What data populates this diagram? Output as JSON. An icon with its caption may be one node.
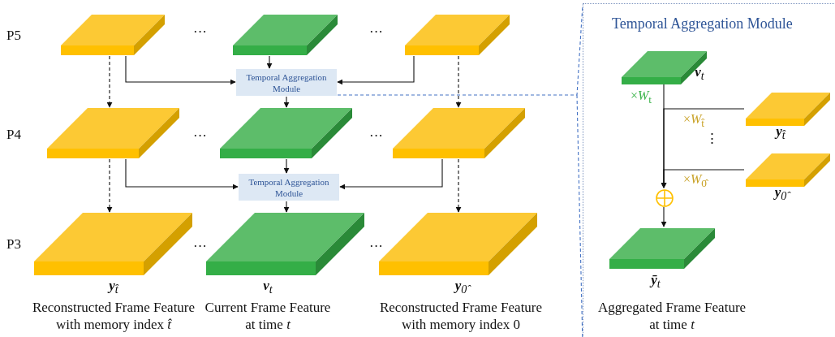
{
  "diagram": {
    "nodes": [
      {
        "text": [],
        "shape": "box"
      },
      {
        "text": [],
        "shape": "box"
      },
      {
        "text": [],
        "shape": "box"
      },
      {
        "text": [
          "Temporal Aggregation Module"
        ]
      },
      {
        "text": [],
        "shape": "box"
      },
      {
        "text": [],
        "shape": "box"
      },
      {
        "text": [],
        "shape": "box"
      },
      {
        "text": [
          "Temporal Aggregation Module"
        ]
      },
      {
        "text": [],
        "shape": "box",
        "beside": [
          "**y**$_{t̂}$",
          "Reconstructed Frame Feature with memory index *t̂*"
        ]
      },
      {
        "text": [],
        "shape": "box",
        "beside": [
          "**v**$_{t}$",
          "Current Frame Feature at time *t*"
        ]
      },
      {
        "text": [],
        "shape": "box",
        "beside": [
          "**y**$_{0̂}$",
          "Reconstructed Frame Feature with memory index 0"
        ]
      },
      {
        "text": [
          "Temporal Aggregation Module"
        ]
      },
      {
        "text": [],
        "shape": "box",
        "in": 11,
        "beside": [
          "**v**$_{t}$"
        ]
      },
      {
        "text": [],
        "shape": "box",
        "in": 11,
        "beside": [
          "**y**$_{t̂}$"
        ]
      },
      {
        "text": [],
        "shape": "box",
        "in": 11,
        "beside": [
          "**y**$_{0̂}$"
        ]
      },
      {
        "text": [],
        "shape": "circle",
        "in": 11
      },
      {
        "text": [],
        "shape": "box",
        "in": 11,
        "beside": [
          "**ȳ**$_{t}$",
          "Aggregated Frame Feature at time *t*"
        ]
      }
    ],
    "edges": [
      {
        "from": 0,
        "to": 3,
        "arrow": "to"
      },
      {
        "from": 1,
        "to": 3,
        "arrow": "to"
      },
      {
        "from": 2,
        "to": 3,
        "arrow": "to"
      },
      {
        "from": 3,
        "to": 5,
        "arrow": "to"
      },
      {
        "from": 0,
        "to": 4,
        "arrow": "to",
        "style": "dashed"
      },
      {
        "from": 2,
        "to": 6,
        "arrow": "to",
        "style": "dashed"
      },
      {
        "from": 4,
        "to": 7,
        "arrow": "to"
      },
      {
        "from": 5,
        "to": 7,
        "arrow": "to"
      },
      {
        "from": 6,
        "to": 7,
        "arrow": "to"
      },
      {
        "from": 7,
        "to": 9,
        "arrow": "to"
      },
      {
        "from": 4,
        "to": 8,
        "arrow": "to",
        "style": "dashed"
      },
      {
        "from": 6,
        "to": 10,
        "arrow": "to",
        "style": "dashed"
      },
      {
        "from": 3,
        "to": 11,
        "arrow": "none",
        "style": "dashed",
        "color": "#4472c4"
      },
      {
        "from": 12,
        "to": 15,
        "arrow": "to",
        "label": "×*W*$_{t}$"
      },
      {
        "from": 13,
        "to": 15,
        "arrow": "to",
        "label": "×*W*$_{t̂}$"
      },
      {
        "from": 14,
        "to": 15,
        "arrow": "to",
        "label": "×*W*$_{0̂}$"
      },
      {
        "from": 15,
        "to": 16,
        "arrow": "to"
      }
    ],
    "labels": [
      "P5",
      "···",
      "···",
      "P4",
      "···",
      "···",
      "P3",
      "···",
      "···",
      "⋮"
    ]
  }
}
